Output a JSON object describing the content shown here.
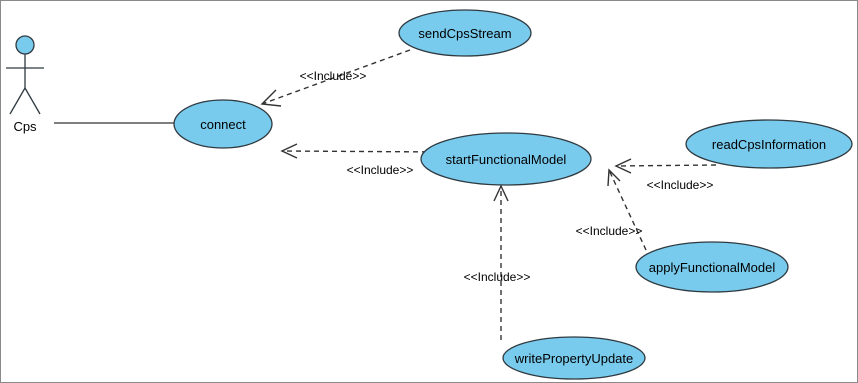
{
  "actor": {
    "name": "Cps"
  },
  "use_cases": {
    "connect": "connect",
    "send_cps_stream": "sendCpsStream",
    "start_functional_model": "startFunctionalModel",
    "read_cps_information": "readCpsInformation",
    "apply_functional_model": "applyFunctionalModel",
    "write_property_update": "writePropertyUpdate"
  },
  "relations": {
    "send_to_connect": "<<Include>>",
    "start_to_connect": "<<Include>>",
    "read_to_start": "<<Include>>",
    "apply_to_start": "<<Include>>",
    "write_to_start": "<<Include>>"
  },
  "colors": {
    "use_case_fill": "#79cbee",
    "outline": "#2f3a40"
  }
}
